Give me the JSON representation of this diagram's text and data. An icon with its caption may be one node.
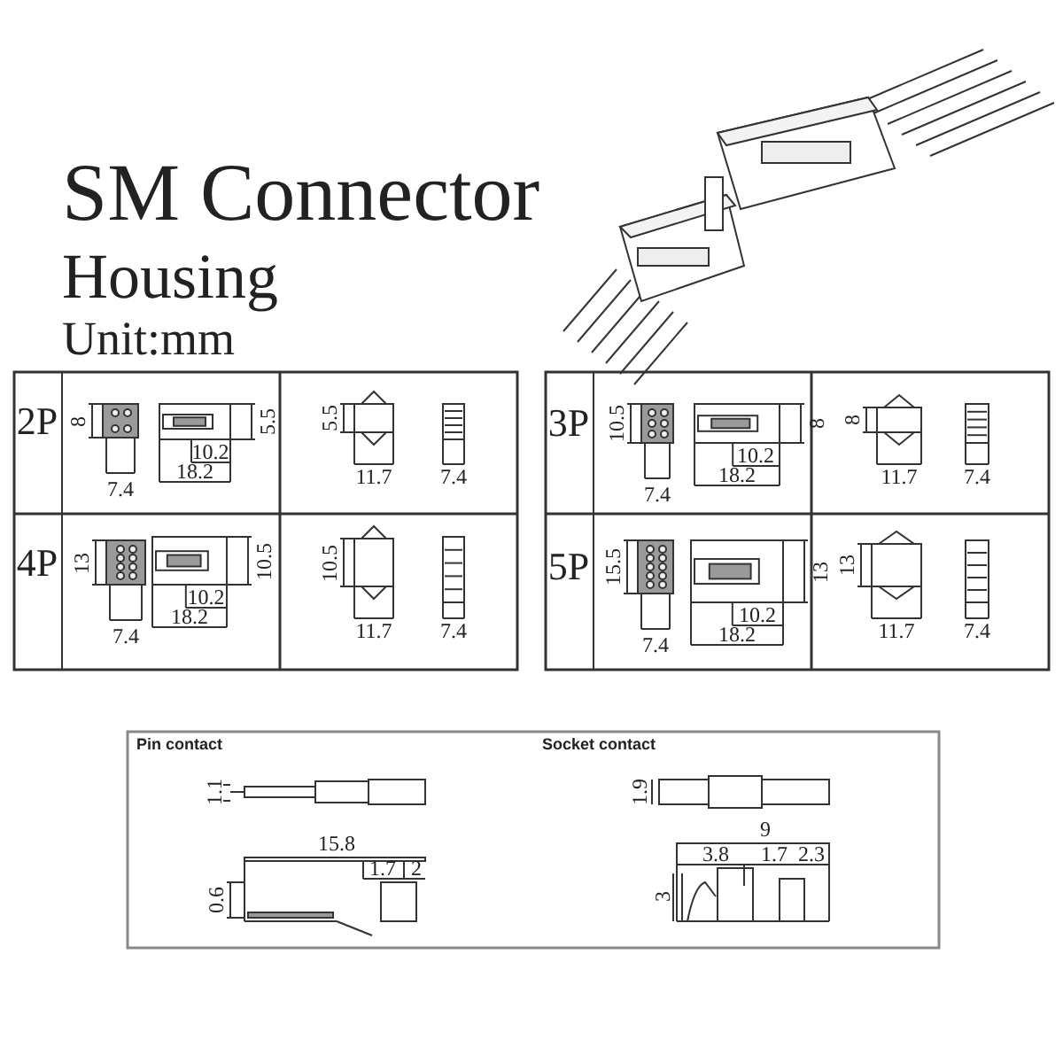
{
  "diagram": {
    "title": "SM Connector",
    "labels": [
      "Housing",
      "Unit:mm",
      "2P",
      "8",
      "5.5",
      "10.2",
      "18.2",
      "7.4",
      "5.5",
      "11.7",
      "7.4",
      "3P",
      "10.5",
      "8",
      "10.2",
      "18.2",
      "7.4",
      "8",
      "11.7",
      "7.4",
      "4P",
      "13",
      "10.5",
      "10.2",
      "18.2",
      "7.4",
      "10.5",
      "11.7",
      "7.4",
      "5P",
      "15.5",
      "13",
      "10.2",
      "18.2",
      "7.4",
      "13",
      "11.7",
      "7.4",
      "Pin contact",
      "1.1",
      "15.8",
      "1.7",
      "2",
      "0.6",
      "Socket contact",
      "1.9",
      "9",
      "3.8",
      "1.7",
      "2.3",
      "3"
    ]
  }
}
